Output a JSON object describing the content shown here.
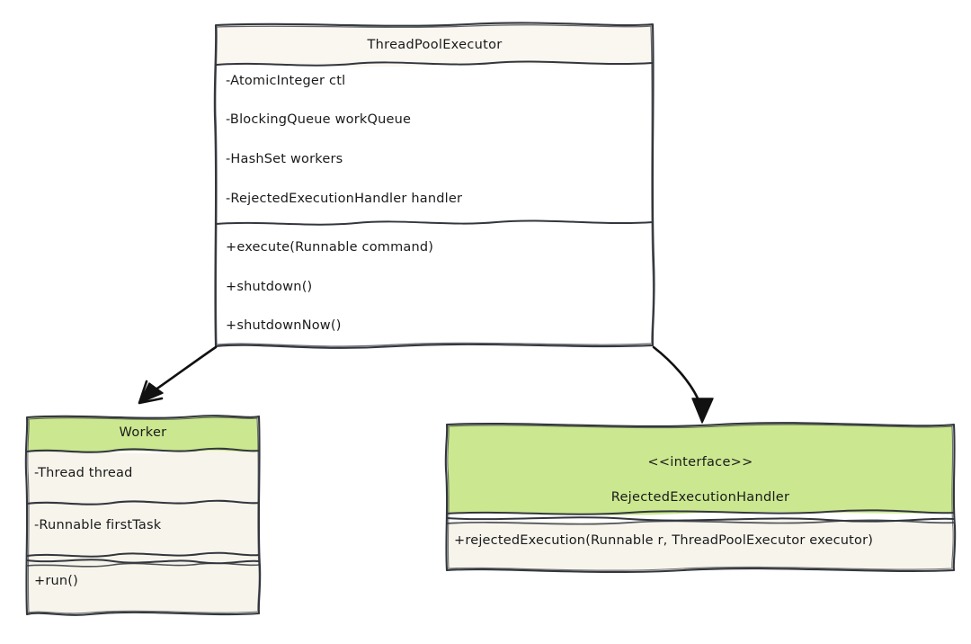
{
  "diagram": {
    "type": "uml-class-diagram",
    "background": "#ffffff",
    "stroke_color": "#33373d",
    "text_color": "#1a1a1a",
    "header_fill_plain": "#faf7f0",
    "header_fill_highlight": "#cbe890",
    "body_fill_plain": "#ffffff",
    "body_fill_cream": "#f7f4ec"
  },
  "classes": {
    "thread_pool_executor": {
      "name": "ThreadPoolExecutor",
      "header_fill": "#faf7f0",
      "attributes": [
        "-AtomicInteger ctl",
        "-BlockingQueue workQueue",
        "-HashSet workers",
        "-RejectedExecutionHandler handler"
      ],
      "methods": [
        "+execute(Runnable command)",
        "+shutdown()",
        "+shutdownNow()"
      ]
    },
    "worker": {
      "name": "Worker",
      "header_fill": "#cbe890",
      "attributes": [
        "-Thread thread",
        "-Runnable firstTask"
      ],
      "methods": [
        "+run()"
      ]
    },
    "rejected_execution_handler": {
      "stereotype": "<<interface>>",
      "name": "RejectedExecutionHandler",
      "header_fill": "#cbe890",
      "attributes": [],
      "methods": [
        "+rejectedExecution(Runnable r, ThreadPoolExecutor executor)"
      ]
    }
  },
  "relations": [
    {
      "name": "executor-to-worker",
      "from": "ThreadPoolExecutor",
      "to": "Worker",
      "style": "solid-arrow"
    },
    {
      "name": "executor-to-handler",
      "from": "ThreadPoolExecutor",
      "to": "RejectedExecutionHandler",
      "style": "solid-arrow"
    }
  ]
}
